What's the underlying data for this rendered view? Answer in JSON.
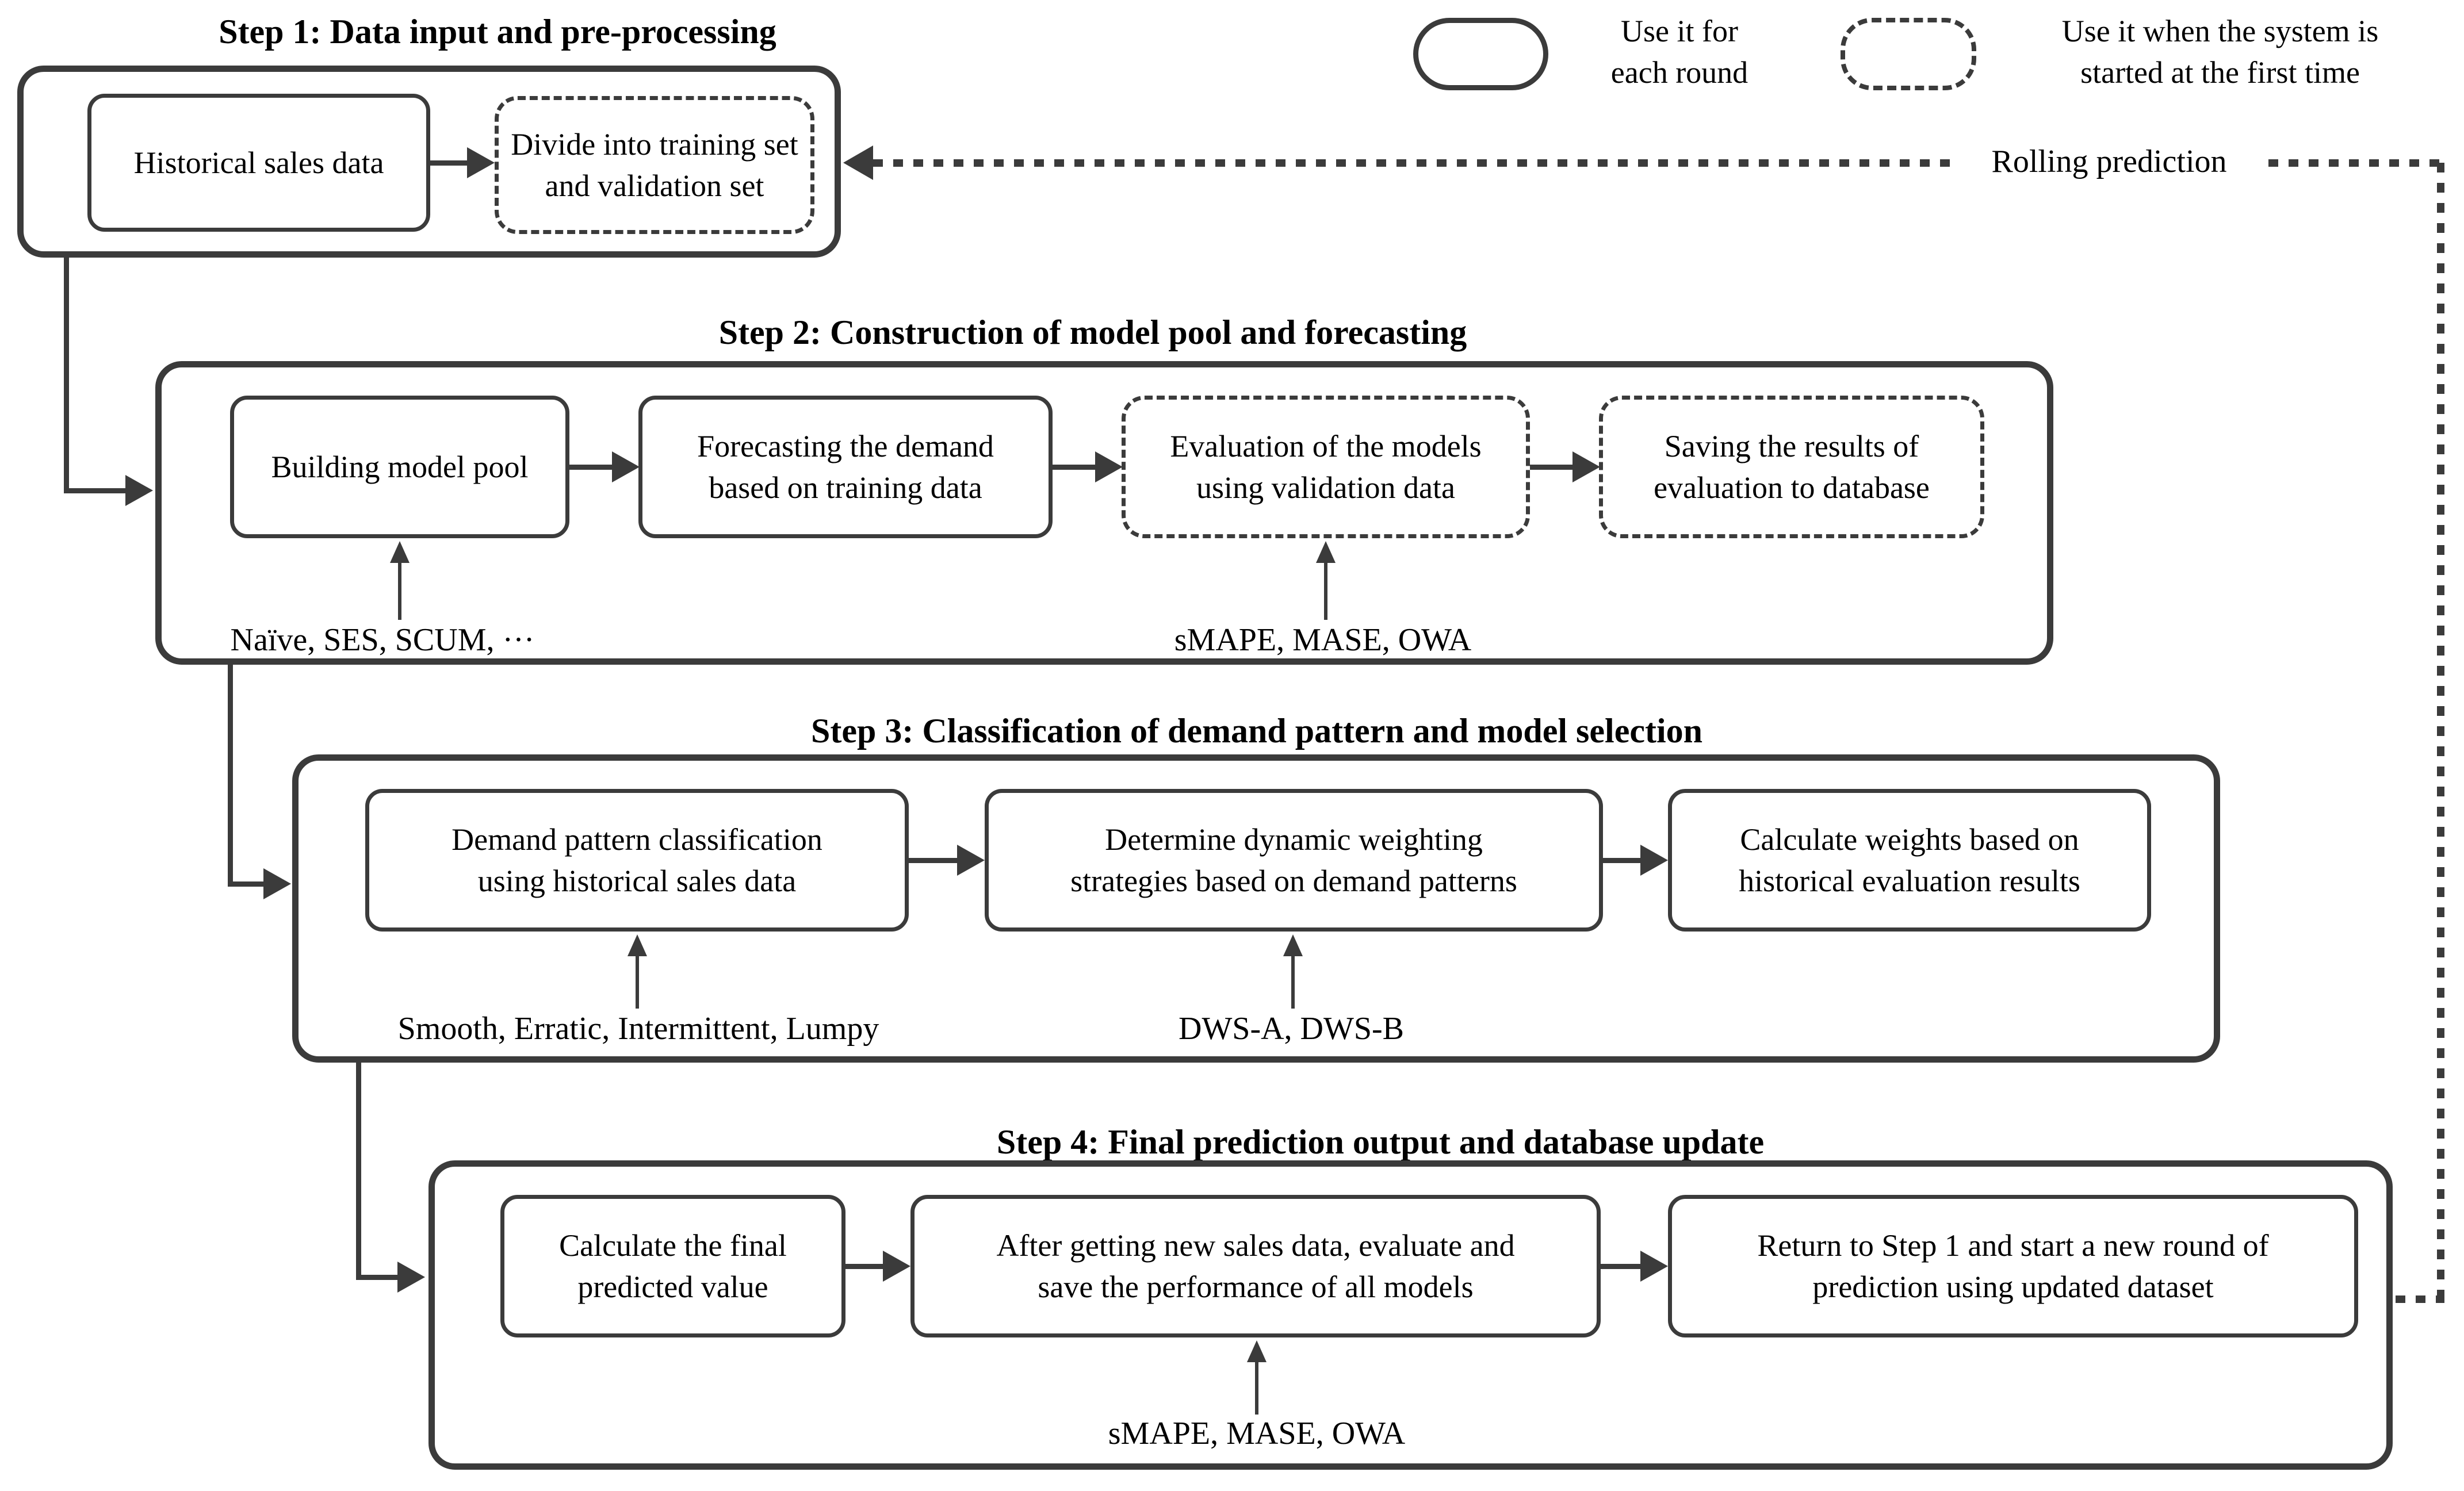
{
  "legend": {
    "solid_label": "Use it for\neach round",
    "dashed_label": "Use it when the system is\nstarted at the first time"
  },
  "feedback": {
    "label": "Rolling prediction"
  },
  "step1": {
    "title": "Step 1: Data input and pre-processing",
    "box_a": "Historical  sales data",
    "box_b": "Divide into training set\nand validation set"
  },
  "step2": {
    "title": "Step 2: Construction of model pool and forecasting",
    "box_a": "Building model pool",
    "box_b": "Forecasting the demand\nbased on training data",
    "box_c": "Evaluation of the models\nusing validation data",
    "box_d": "Saving the results of\nevaluation to database",
    "note_models": "Naïve, SES, SCUM, ···",
    "note_metrics": "sMAPE, MASE, OWA"
  },
  "step3": {
    "title": "Step 3: Classification of demand pattern and model selection",
    "box_a": "Demand pattern classification\nusing historical sales data",
    "box_b": "Determine dynamic weighting\nstrategies based on demand patterns",
    "box_c": "Calculate weights based on\nhistorical evaluation results",
    "note_patterns": "Smooth, Erratic, Intermittent, Lumpy",
    "note_strategies": "DWS-A, DWS-B"
  },
  "step4": {
    "title": "Step 4: Final prediction output and database update",
    "box_a": "Calculate the final\npredicted value",
    "box_b": "After getting new sales data, evaluate and\nsave the performance of  all models",
    "box_c": "Return to Step 1 and start a new round of\nprediction using updated dataset",
    "note_metrics": "sMAPE, MASE, OWA"
  }
}
